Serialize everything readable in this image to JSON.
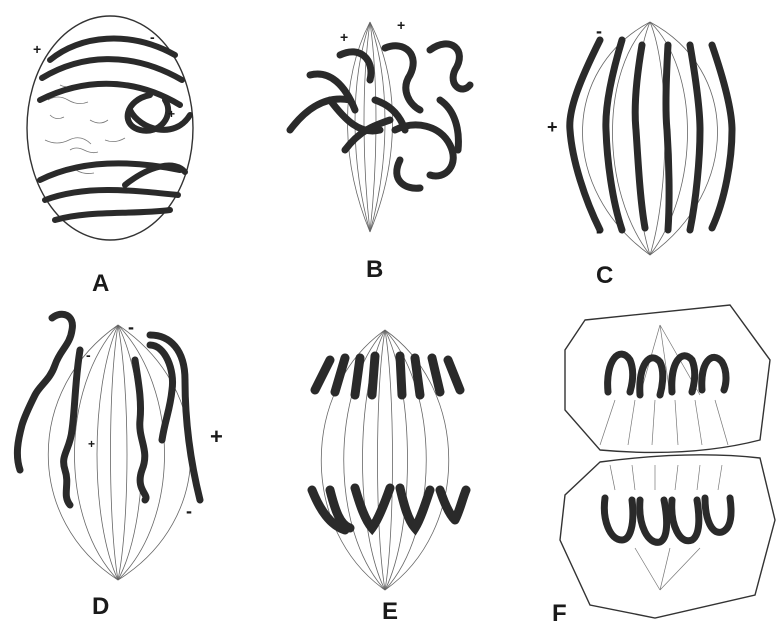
{
  "panels": [
    {
      "id": "A",
      "label": "A"
    },
    {
      "id": "B",
      "label": "B"
    },
    {
      "id": "C",
      "label": "C"
    },
    {
      "id": "D",
      "label": "D"
    },
    {
      "id": "E",
      "label": "E"
    },
    {
      "id": "F",
      "label": "F"
    }
  ],
  "signs": {
    "plus": "+",
    "minus": "-"
  },
  "colors": {
    "ink": "#1a1a1a",
    "chromosome": "#2a2a2a",
    "spindle": "#555555"
  }
}
